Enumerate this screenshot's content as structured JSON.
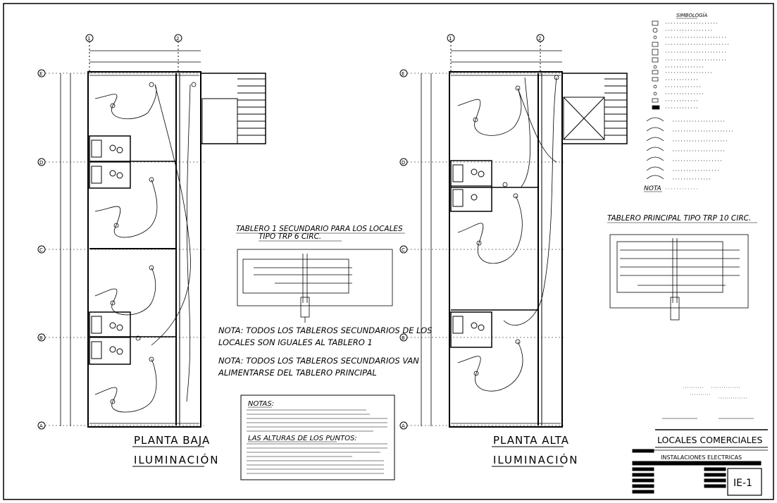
{
  "axes": {
    "columns": [
      "1",
      "2"
    ],
    "rows": [
      "E",
      "D",
      "C",
      "B",
      "A"
    ]
  },
  "plans": [
    {
      "title": "PLANTA BAJA",
      "subtitle": "ILUMINACIÓN"
    },
    {
      "title": "PLANTA ALTA",
      "subtitle": "ILUMINACIÓN"
    }
  ],
  "panel_secondary": {
    "title_line1": "TABLERO 1 SECUNDARIO PARA LOS LOCALES",
    "title_line2": "TIPO TRP 6 CIRC."
  },
  "panel_main": {
    "title": "TABLERO PRINCIPAL TIPO TRP 10 CIRC."
  },
  "notes": {
    "note1_line1": "NOTA: TODOS LOS TABLEROS SECUNDARIOS DE LOS",
    "note1_line2": "LOCALES SON IGUALES AL TABLERO 1",
    "note2_line1": "NOTA: TODOS LOS TABLEROS SECUNDARIOS VAN",
    "note2_line2": "ALIMENTARSE DEL TABLERO PRINCIPAL"
  },
  "notes_box": {
    "heading": "NOTAS:",
    "subheading": "LAS ALTURAS DE LOS PUNTOS:"
  },
  "legend": {
    "heading": "SIMBOLOGÍA",
    "nota_label": "NOTA"
  },
  "title_block": {
    "project": "LOCALES COMERCIALES",
    "subject": "INSTALACIONES ELECTRICAS",
    "sheet_code": "IE-1"
  },
  "colors": {
    "ink": "#000000",
    "paper": "#ffffff"
  }
}
